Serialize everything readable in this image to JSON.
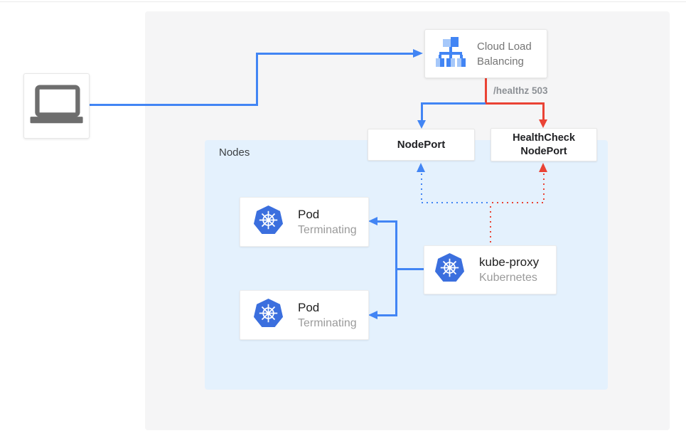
{
  "diagram": {
    "client_device": {
      "icon": "laptop-icon"
    },
    "load_balancer": {
      "icon": "load-balancer-icon",
      "label": "Cloud Load Balancing"
    },
    "health_annotation": "/healthz 503",
    "nodeport": {
      "label": "NodePort"
    },
    "healthcheck_nodeport": {
      "label": "HealthCheck NodePort"
    },
    "nodes_group": {
      "label": "Nodes"
    },
    "pods": [
      {
        "icon": "kubernetes-icon",
        "title": "Pod",
        "subtitle": "Terminating"
      },
      {
        "icon": "kubernetes-icon",
        "title": "Pod",
        "subtitle": "Terminating"
      }
    ],
    "kube_proxy": {
      "icon": "kubernetes-icon",
      "title": "kube-proxy",
      "subtitle": "Kubernetes"
    },
    "colors": {
      "traffic_blue": "#4285f4",
      "health_red": "#ea4335",
      "panel_background": "#f5f5f6",
      "nodes_background": "#e4f1fd",
      "kubernetes_blue": "#3b6fde",
      "card_text_dark": "#212121",
      "card_text_gray": "#9b9b9b",
      "load_balancer_text_gray": "#757575",
      "annotation_gray": "#8d9196"
    }
  }
}
